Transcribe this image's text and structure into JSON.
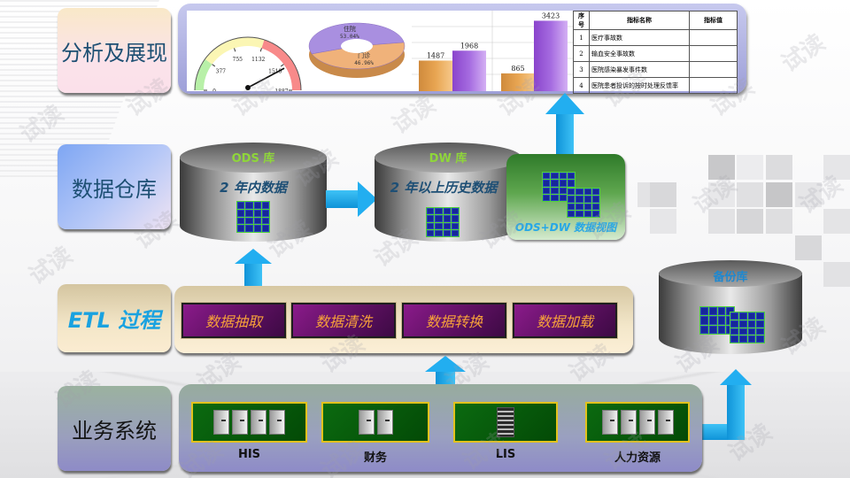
{
  "layers": {
    "analysis": "分析及展现",
    "data_warehouse": "数据仓库",
    "etl": "ETL 过程",
    "business": "业务系统"
  },
  "analysis_panel": {
    "gauge": {
      "ticks": [
        "0",
        "377",
        "755",
        "1132",
        "1510",
        "1887"
      ],
      "min": 0,
      "max": 1887,
      "needle_value": 1560,
      "bands": [
        {
          "from": 0,
          "to": 377,
          "color": "#b8f0a8"
        },
        {
          "from": 377,
          "to": 1132,
          "color": "#fbf6b4"
        },
        {
          "from": 1132,
          "to": 1887,
          "color": "#f88a8a"
        }
      ]
    },
    "donut": {
      "slices": [
        {
          "label": "住院",
          "percent": "53.04%",
          "value": 53.04,
          "color": "#a98fe0"
        },
        {
          "label": "门诊",
          "percent": "46.96%",
          "value": 46.96,
          "color": "#f0b27a"
        }
      ]
    },
    "bar_chart": {
      "groups": [
        {
          "values": [
            1487,
            1968
          ]
        },
        {
          "values": [
            865,
            3423
          ]
        }
      ],
      "labels": [
        "1487",
        "1968",
        "865",
        "3423"
      ],
      "colors": [
        "#e8a552",
        "#a56be0"
      ]
    },
    "kpi_table": {
      "headers": [
        "序号",
        "指标名称",
        "指标值"
      ],
      "rows": [
        {
          "no": "1",
          "name": "医疗事故数",
          "value": ""
        },
        {
          "no": "2",
          "name": "输血安全事故数",
          "value": ""
        },
        {
          "no": "3",
          "name": "医院感染暴发事件数",
          "value": ""
        },
        {
          "no": "4",
          "name": "医院患者投诉的按时处理反馈率",
          "value": ""
        }
      ]
    }
  },
  "warehouse": {
    "ods": {
      "title": "ODS 库",
      "subtitle": "2 年内数据"
    },
    "dw": {
      "title": "DW 库",
      "subtitle": "2 年以上历史数据"
    },
    "view": {
      "label": "ODS+DW 数据视图"
    },
    "backup": {
      "title": "备份库"
    }
  },
  "etl_steps": [
    "数据抽取",
    "数据清洗",
    "数据转换",
    "数据加载"
  ],
  "systems": [
    {
      "label": "HIS",
      "icon": "server-cluster"
    },
    {
      "label": "财务",
      "icon": "server-pair"
    },
    {
      "label": "LIS",
      "icon": "server-rack"
    },
    {
      "label": "人力资源",
      "icon": "server-cluster"
    }
  ],
  "watermark": "试读"
}
